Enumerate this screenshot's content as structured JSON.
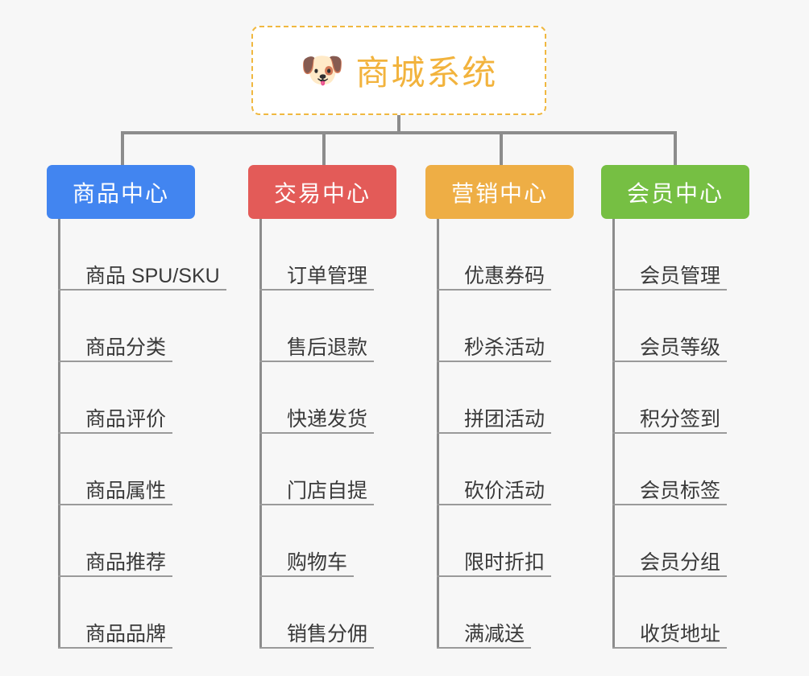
{
  "root": {
    "icon": "shiba-dog-face-emoji",
    "emoji": "🐶",
    "title": "商城系统",
    "title_color": "#f2b33d",
    "border_color": "#f0b840",
    "background": "#ffffff"
  },
  "canvas": {
    "background": "#f7f7f7",
    "connector_color": "#8c8c8c"
  },
  "branches": [
    {
      "label": "商品中心",
      "color": "#4285f0",
      "items": [
        "商品 SPU/SKU",
        "商品分类",
        "商品评价",
        "商品属性",
        "商品推荐",
        "商品品牌"
      ]
    },
    {
      "label": "交易中心",
      "color": "#e35b58",
      "items": [
        "订单管理",
        "售后退款",
        "快递发货",
        "门店自提",
        "购物车",
        "销售分佣"
      ]
    },
    {
      "label": "营销中心",
      "color": "#eeae45",
      "items": [
        "优惠券码",
        "秒杀活动",
        "拼团活动",
        "砍价活动",
        "限时折扣",
        "满减送"
      ]
    },
    {
      "label": "会员中心",
      "color": "#76bf43",
      "items": [
        "会员管理",
        "会员等级",
        "积分签到",
        "会员标签",
        "会员分组",
        "收货地址"
      ]
    }
  ]
}
